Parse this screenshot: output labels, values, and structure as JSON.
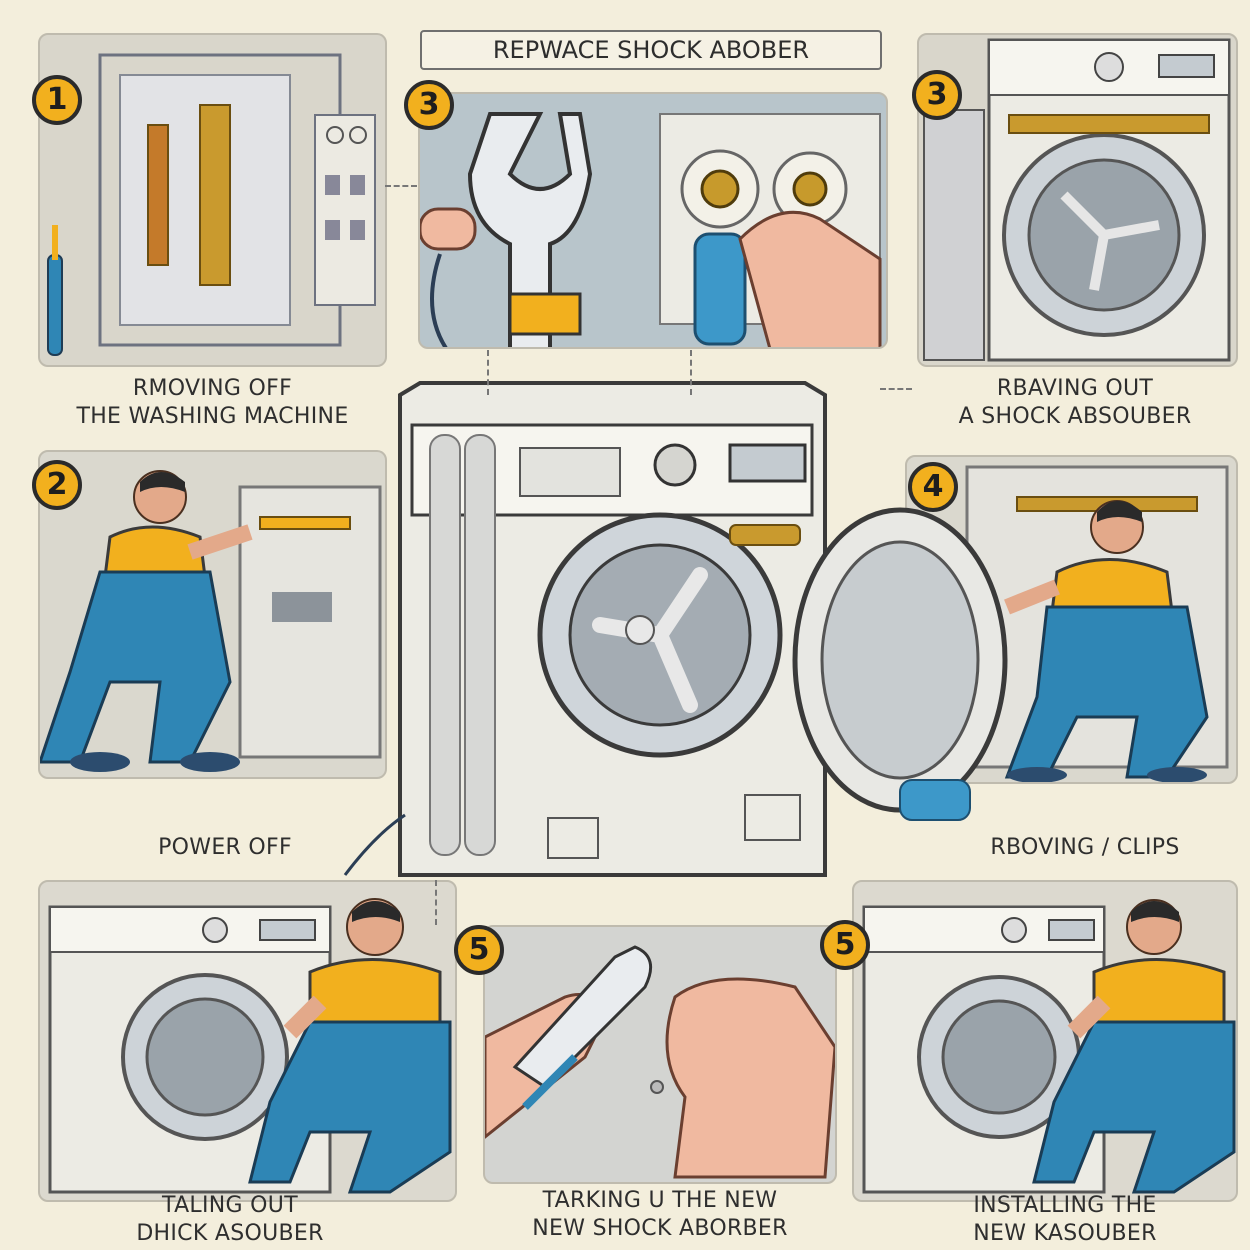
{
  "title": "REPWACE SHOCK ABOBER",
  "steps": [
    {
      "number": "1",
      "caption_line1": "RMOVING OFF",
      "caption_line2": "THE WASHING MACHINE"
    },
    {
      "number": "3",
      "caption_line1": "",
      "caption_line2": ""
    },
    {
      "number": "3",
      "caption_line1": "RBAVING OUT",
      "caption_line2": "A SHOCK ABSOUBER"
    },
    {
      "number": "2",
      "caption_line1": "POWER OFF",
      "caption_line2": ""
    },
    {
      "number": "4",
      "caption_line1": "RBOVING / CLIPS",
      "caption_line2": ""
    },
    {
      "number": "",
      "caption_line1": "TALING OUT",
      "caption_line2": "DHICK ASOUBER"
    },
    {
      "number": "5",
      "caption_line1": "TARKING U THE NEW",
      "caption_line2": "NEW SHOCK ABORBER"
    },
    {
      "number": "5",
      "caption_line1": "INSTALLING THE",
      "caption_line2": "NEW KASOUBER"
    }
  ],
  "colors": {
    "background": "#f3eedc",
    "accent_yellow": "#f2b01e",
    "overalls_blue": "#2f86b5",
    "machine_white": "#ecebe4",
    "outline": "#3a3a3a"
  }
}
